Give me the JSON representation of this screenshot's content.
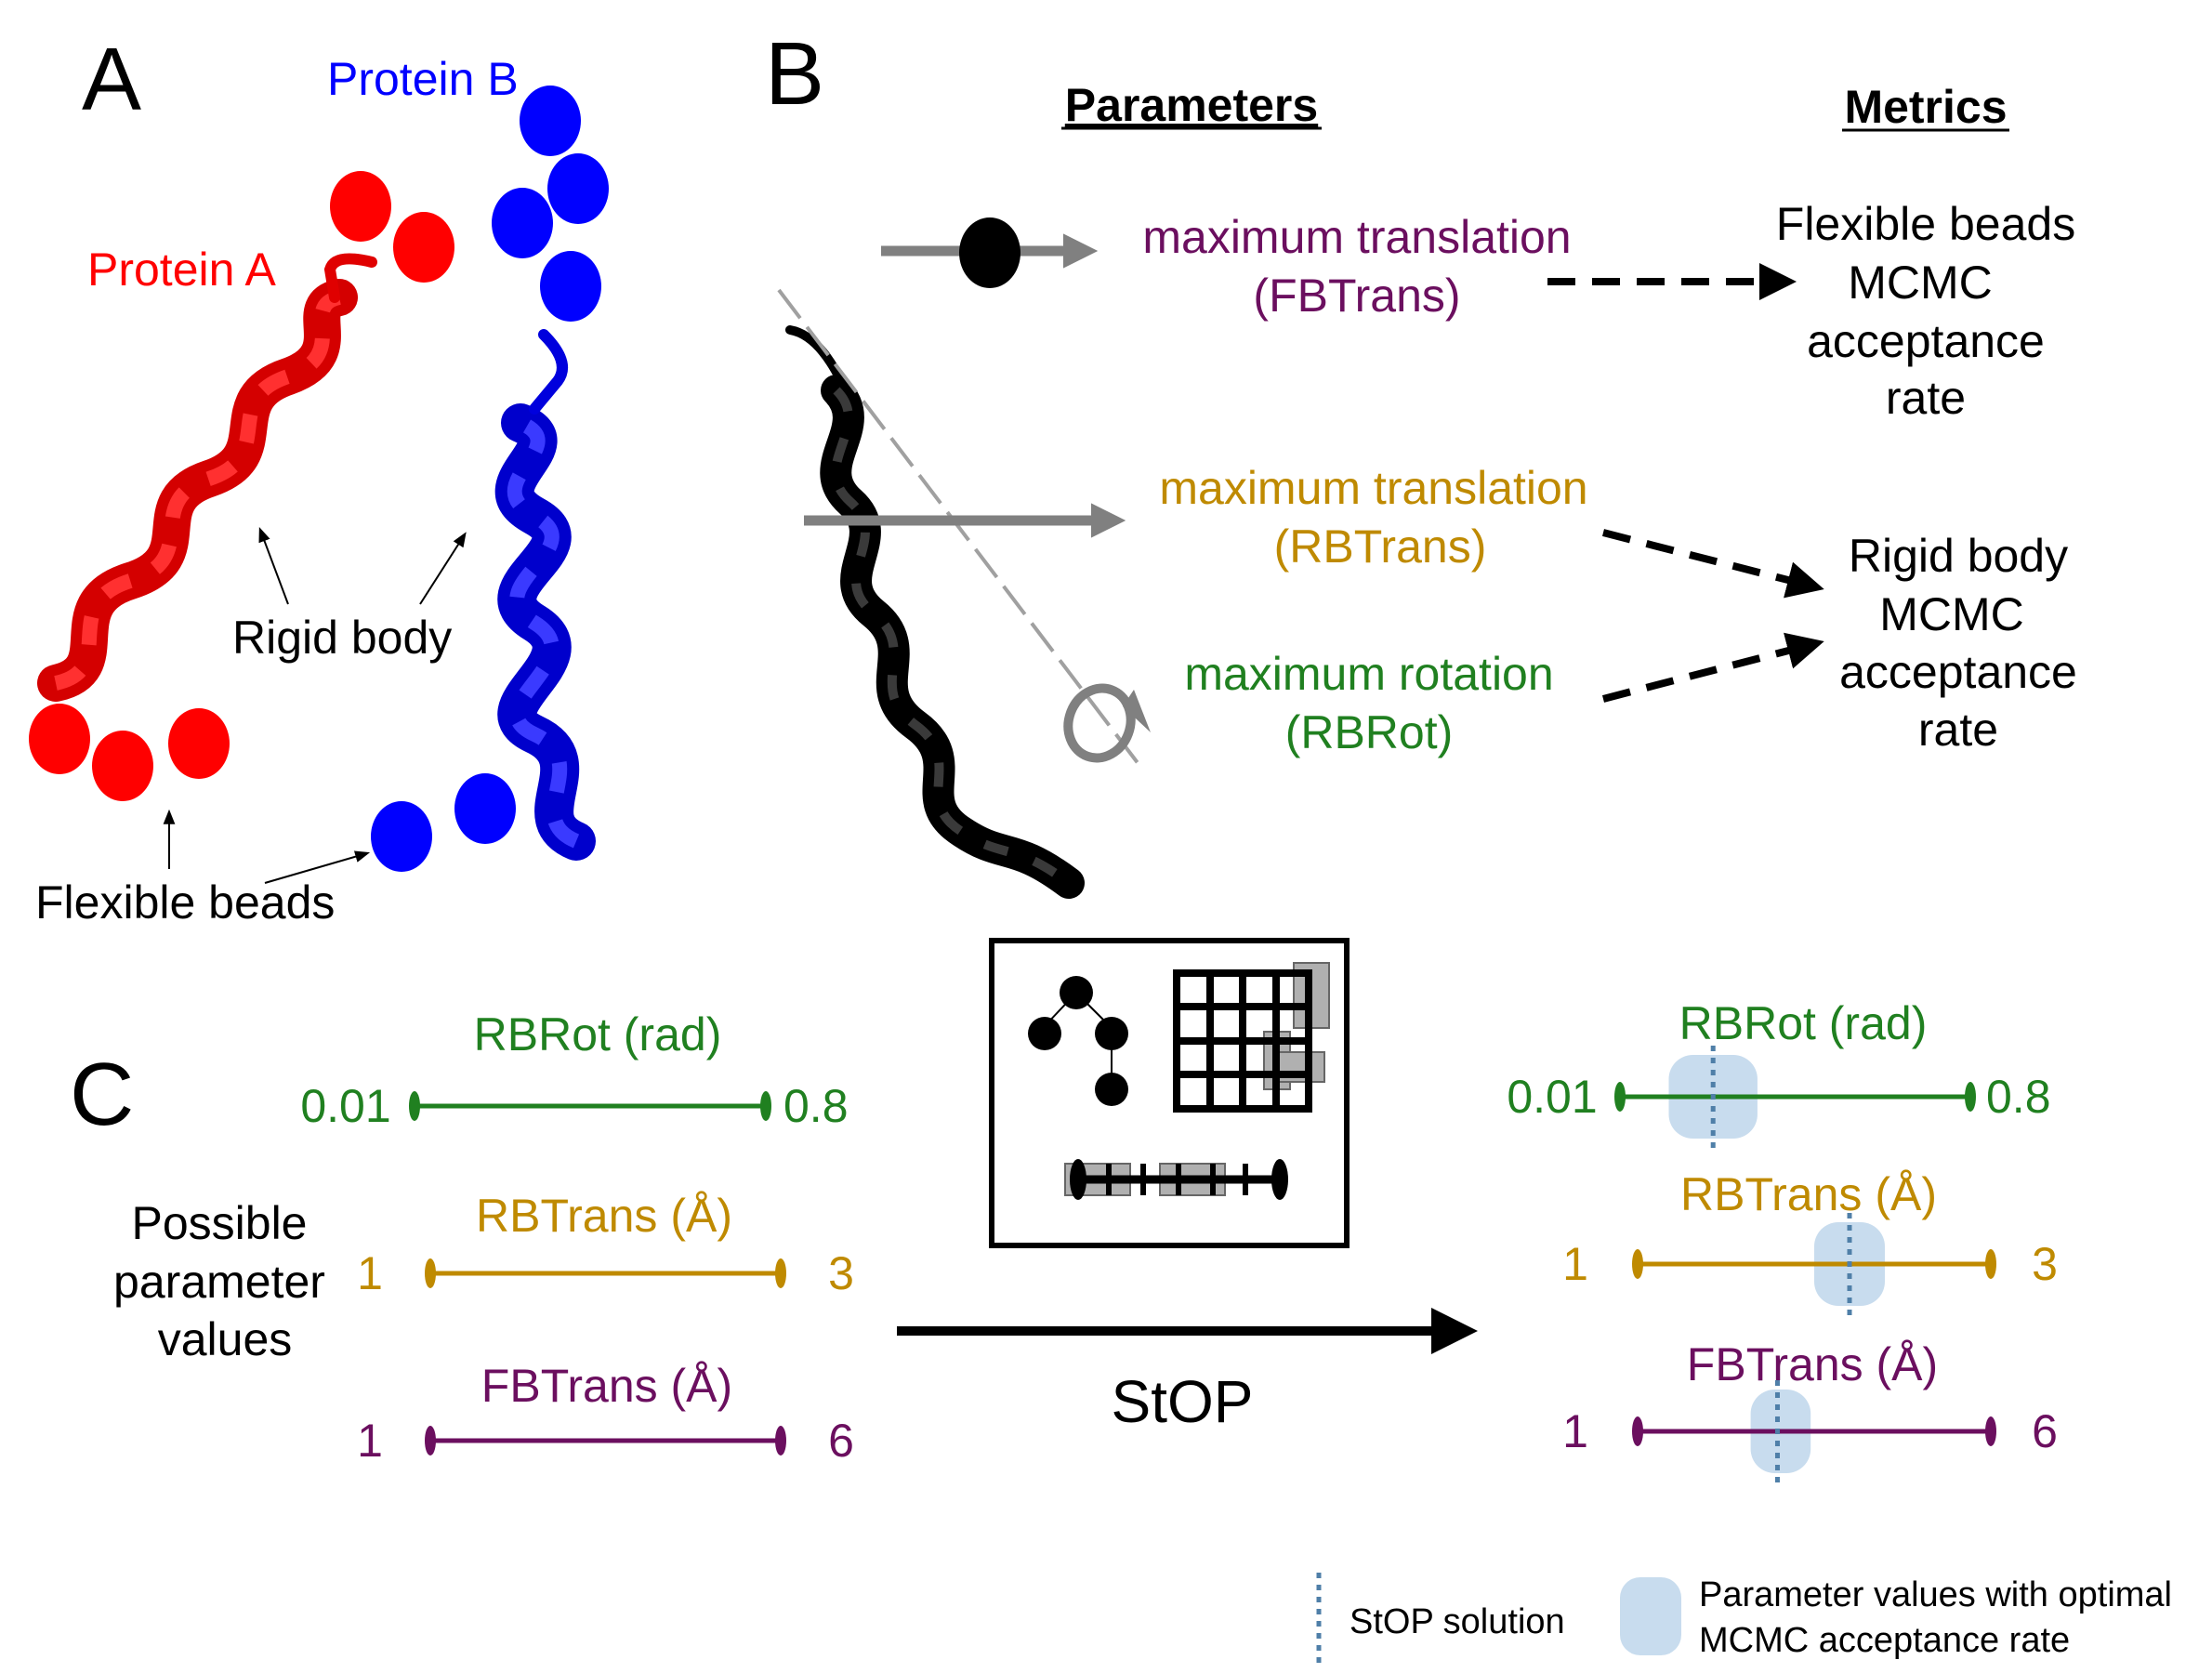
{
  "panel_a": {
    "letter": "A",
    "protein_a_label": "Protein A",
    "protein_b_label": "Protein B",
    "rigid_body_label": "Rigid body",
    "flexible_beads_label": "Flexible beads",
    "colors": {
      "protein_a": "#ff0000",
      "protein_b": "#0000ff"
    }
  },
  "panel_b": {
    "letter": "B",
    "parameters_header": "Parameters",
    "metrics_header": "Metrics",
    "fbtrans_line1": "maximum translation",
    "fbtrans_line2": "(FBTrans)",
    "rbtrans_line1": "maximum translation",
    "rbtrans_line2": "(RBTrans)",
    "rbrot_line1": "maximum rotation",
    "rbrot_line2": "(RBRot)",
    "metric_fb": [
      "Flexible beads",
      "MCMC",
      "acceptance",
      "rate"
    ],
    "metric_rb": [
      "Rigid body",
      "MCMC",
      "acceptance",
      "rate"
    ],
    "colors": {
      "fbtrans": "#6b0f5f",
      "rbtrans": "#bf8a00",
      "rbrot": "#208020"
    }
  },
  "panel_c": {
    "letter": "C",
    "possible_values_label": [
      "Possible",
      "parameter",
      "values"
    ],
    "stop_label": "StOP",
    "ranges": [
      {
        "name": "RBRot (rad)",
        "min": "0.01",
        "max": "0.8",
        "min_value": 0.01,
        "max_value": 0.8,
        "solution": 0.22,
        "optimal_band": [
          0.12,
          0.32
        ],
        "color": "#208020"
      },
      {
        "name": "RBTrans (Å)",
        "min": "1",
        "max": "3",
        "min_value": 1,
        "max_value": 3,
        "solution": 2.2,
        "optimal_band": [
          2.0,
          2.4
        ],
        "color": "#bf8a00"
      },
      {
        "name": "FBTrans (Å)",
        "min": "1",
        "max": "6",
        "min_value": 1,
        "max_value": 6,
        "solution": 2.98,
        "optimal_band": [
          2.6,
          3.45
        ],
        "color": "#6b0f5f"
      }
    ]
  },
  "legend": {
    "solution_label": "StOP solution",
    "optimal_label_line1": "Parameter values with optimal",
    "optimal_label_line2": "MCMC acceptance rate",
    "solution_color": "#4f7fa8",
    "band_color": "#c8dcee"
  }
}
